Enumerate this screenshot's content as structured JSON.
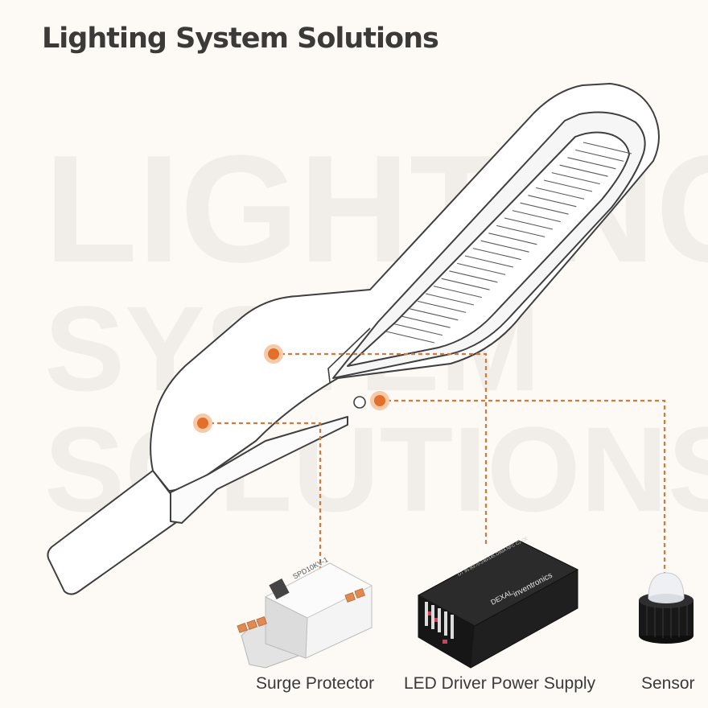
{
  "title": "Lighting System Solutions",
  "watermark": {
    "line1": "LIGHTING",
    "line2": "SYSTEM",
    "line3": "SOLUTIONS"
  },
  "components": [
    {
      "label": "Surge Protector",
      "icon": "surge-protector-icon"
    },
    {
      "label": "LED Driver Power Supply",
      "icon": "led-driver-icon"
    },
    {
      "label": "Sensor",
      "icon": "sensor-icon"
    }
  ],
  "product_marks": {
    "surge_model": "SPD10KV-1",
    "driver_brand": "inventronics",
    "driver_series": "DEXAL",
    "driver_model": "OT 95 80/70-240/145 DIMA NFC C2 CE"
  },
  "colors": {
    "marker": "#e2702a",
    "leader_line": "#d27a3e",
    "title": "#3b3a38",
    "watermark": "#f1eeea",
    "outline": "#3f3f3f"
  }
}
